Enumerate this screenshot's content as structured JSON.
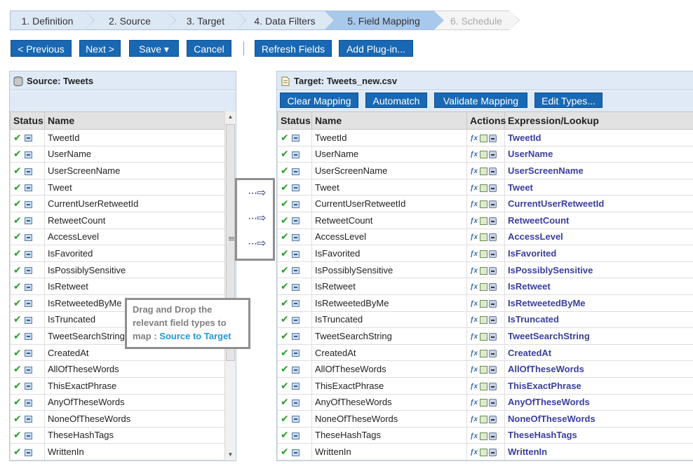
{
  "wizard": {
    "steps": [
      {
        "label": "1. Definition"
      },
      {
        "label": "2. Source"
      },
      {
        "label": "3. Target"
      },
      {
        "label": "4. Data Filters"
      },
      {
        "label": "5. Field Mapping"
      },
      {
        "label": "6. Schedule"
      }
    ],
    "active_step": 4
  },
  "toolbar": {
    "previous_label": "< Previous",
    "next_label": "Next >",
    "save_label": "Save ▾",
    "cancel_label": "Cancel",
    "refresh_label": "Refresh Fields",
    "plugin_label": "Add Plug-in..."
  },
  "source": {
    "title": "Source: Tweets",
    "columns": {
      "status": "Status",
      "name": "Name"
    },
    "fields": [
      "TweetId",
      "UserName",
      "UserScreenName",
      "Tweet",
      "CurrentUserRetweetId",
      "RetweetCount",
      "AccessLevel",
      "IsFavorited",
      "IsPossiblySensitive",
      "IsRetweet",
      "IsRetweetedByMe",
      "IsTruncated",
      "TweetSearchString",
      "CreatedAt",
      "AllOfTheseWords",
      "ThisExactPhrase",
      "AnyOfTheseWords",
      "NoneOfTheseWords",
      "TheseHashTags",
      "WrittenIn"
    ]
  },
  "target": {
    "title": "Target: Tweets_new.csv",
    "buttons": {
      "clear": "Clear Mapping",
      "automatch": "Automatch",
      "validate": "Validate Mapping",
      "edit_types": "Edit Types..."
    },
    "columns": {
      "status": "Status",
      "name": "Name",
      "actions": "Actions",
      "expression": "Expression/Lookup"
    },
    "fields": [
      "TweetId",
      "UserName",
      "UserScreenName",
      "Tweet",
      "CurrentUserRetweetId",
      "RetweetCount",
      "AccessLevel",
      "IsFavorited",
      "IsPossiblySensitive",
      "IsRetweet",
      "IsRetweetedByMe",
      "IsTruncated",
      "TweetSearchString",
      "CreatedAt",
      "AllOfTheseWords",
      "ThisExactPhrase",
      "AnyOfTheseWords",
      "NoneOfTheseWords",
      "TheseHashTags",
      "WrittenIn"
    ]
  },
  "callout": {
    "text": "Drag and Drop the relevant field types to map : ",
    "highlight": "Source to Target"
  },
  "colors": {
    "button": "#1868b4",
    "active_step": "#a8c8ec",
    "expression_text": "#3a3ea0",
    "callout_highlight": "#1f9bdc"
  }
}
